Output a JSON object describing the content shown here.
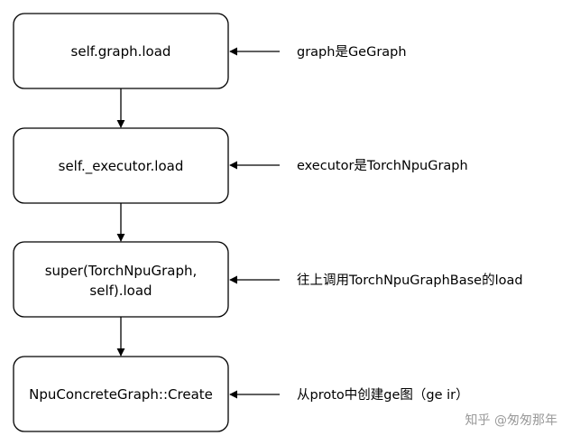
{
  "diagram": {
    "steps": [
      {
        "lines": [
          "self.graph.load"
        ]
      },
      {
        "lines": [
          "self._executor.load"
        ]
      },
      {
        "lines": [
          "super(TorchNpuGraph,",
          "self).load"
        ]
      },
      {
        "lines": [
          "NpuConcreteGraph::Create"
        ]
      }
    ],
    "annotations": [
      "graph是GeGraph",
      "executor是TorchNpuGraph",
      "往上调用TorchNpuGraphBase的load",
      "从proto中创建ge图（ge ir）"
    ]
  },
  "watermark": "知乎 @匆匆那年",
  "colors": {
    "box_fill": "#ffffff",
    "box_stroke": "#000000",
    "arrow": "#000000",
    "text": "#000000",
    "watermark": "#9a9a9a"
  }
}
